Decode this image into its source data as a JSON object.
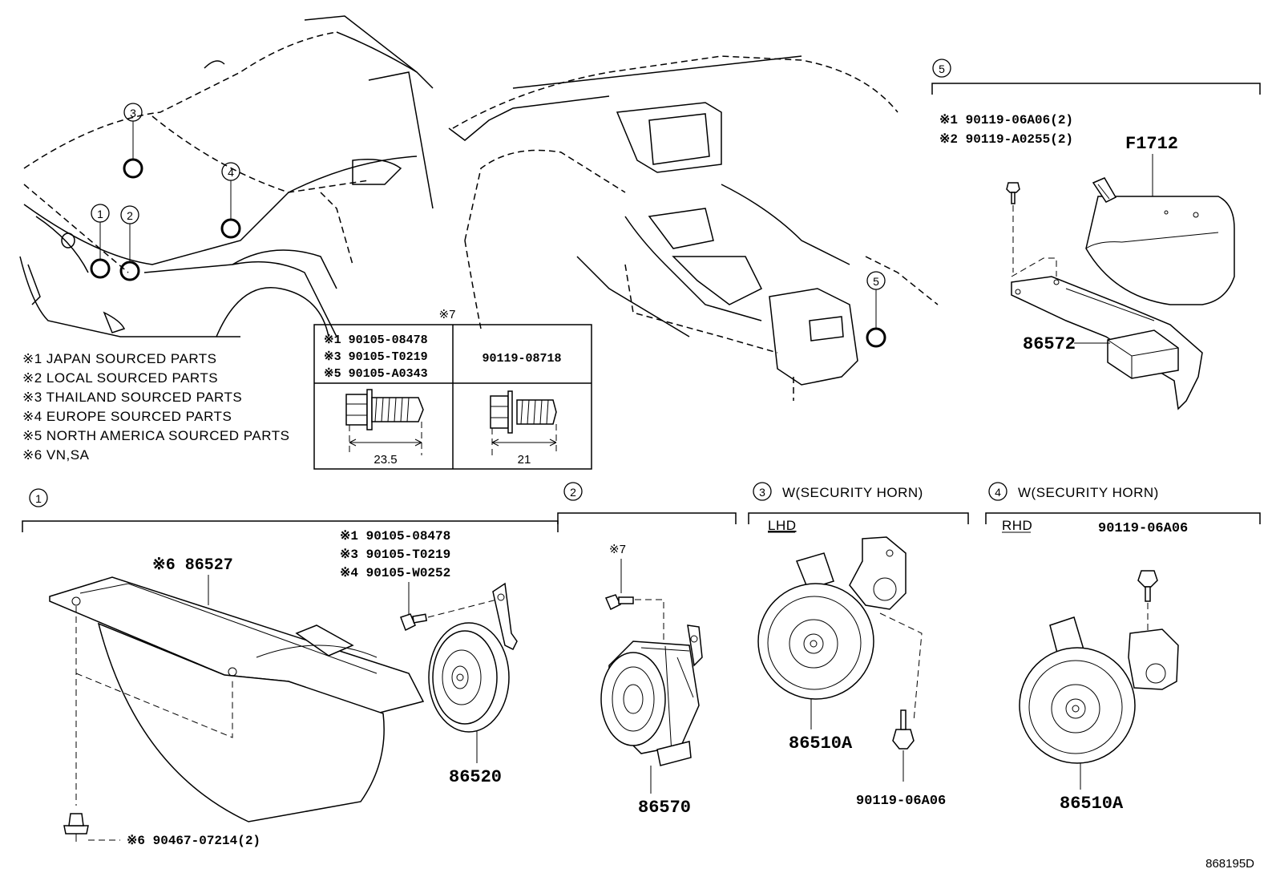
{
  "legend": [
    "※1 JAPAN SOURCED PARTS",
    "※2 LOCAL SOURCED PARTS",
    "※3 THAILAND SOURCED PARTS",
    "※4 EUROPE SOURCED PARTS",
    "※5 NORTH AMERICA SOURCED PARTS",
    "※6 VN,SA"
  ],
  "callouts": [
    "1",
    "2",
    "3",
    "4",
    "5"
  ],
  "bolt_table": {
    "title": "※7",
    "left_parts": [
      "※1 90105-08478",
      "※3 90105-T0219",
      "※5 90105-A0343"
    ],
    "right_part": "90119-08718",
    "left_dim": "23.5",
    "right_dim": "21"
  },
  "group1": {
    "label": "1",
    "cover_part": "※6 86527",
    "bolts": [
      "※1 90105-08478",
      "※3 90105-T0219",
      "※4 90105-W0252"
    ],
    "horn_part": "86520",
    "clip_part": "※6 90467-07214(2)"
  },
  "group2": {
    "label": "2",
    "bolt_note": "※7",
    "siren_part": "86570"
  },
  "group3": {
    "label": "3",
    "title": "W(SECURITY HORN)",
    "sub": "LHD",
    "horn_part": "86510A",
    "bolt_part": "90119-06A06"
  },
  "group4": {
    "label": "4",
    "title": "W(SECURITY HORN)",
    "sub": "RHD",
    "bolt_part": "90119-06A06",
    "horn_part": "86510A"
  },
  "group5": {
    "label": "5",
    "bolts": [
      "※1 90119-06A06(2)",
      "※2 90119-A0255(2)"
    ],
    "module_part": "F1712",
    "bracket_part": "86572"
  },
  "diagram_id": "868195D"
}
